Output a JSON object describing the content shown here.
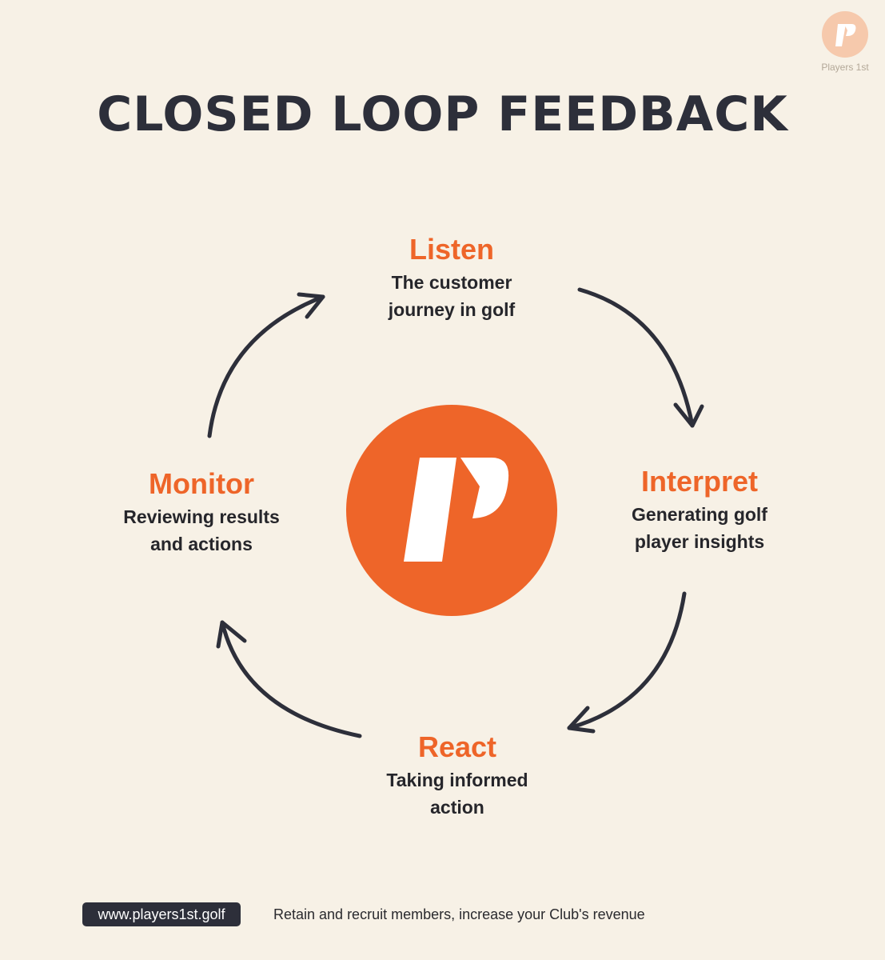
{
  "brand": {
    "name": "Players 1st",
    "accent": "#ee6529",
    "dark": "#2d2f3a",
    "background": "#f7f1e6"
  },
  "title": "CLOSED LOOP FEEDBACK",
  "stages": {
    "listen": {
      "name": "Listen",
      "line1": "The customer",
      "line2": "journey in golf"
    },
    "interpret": {
      "name": "Interpret",
      "line1": "Generating golf",
      "line2": "player insights"
    },
    "react": {
      "name": "React",
      "line1": "Taking informed",
      "line2": "action"
    },
    "monitor": {
      "name": "Monitor",
      "line1": "Reviewing results",
      "line2": "and actions"
    }
  },
  "center_logo_icon": "players1st-p-logo-icon",
  "footer": {
    "url": "www.players1st.golf",
    "tagline": "Retain and recruit members, increase your Club's revenue"
  }
}
